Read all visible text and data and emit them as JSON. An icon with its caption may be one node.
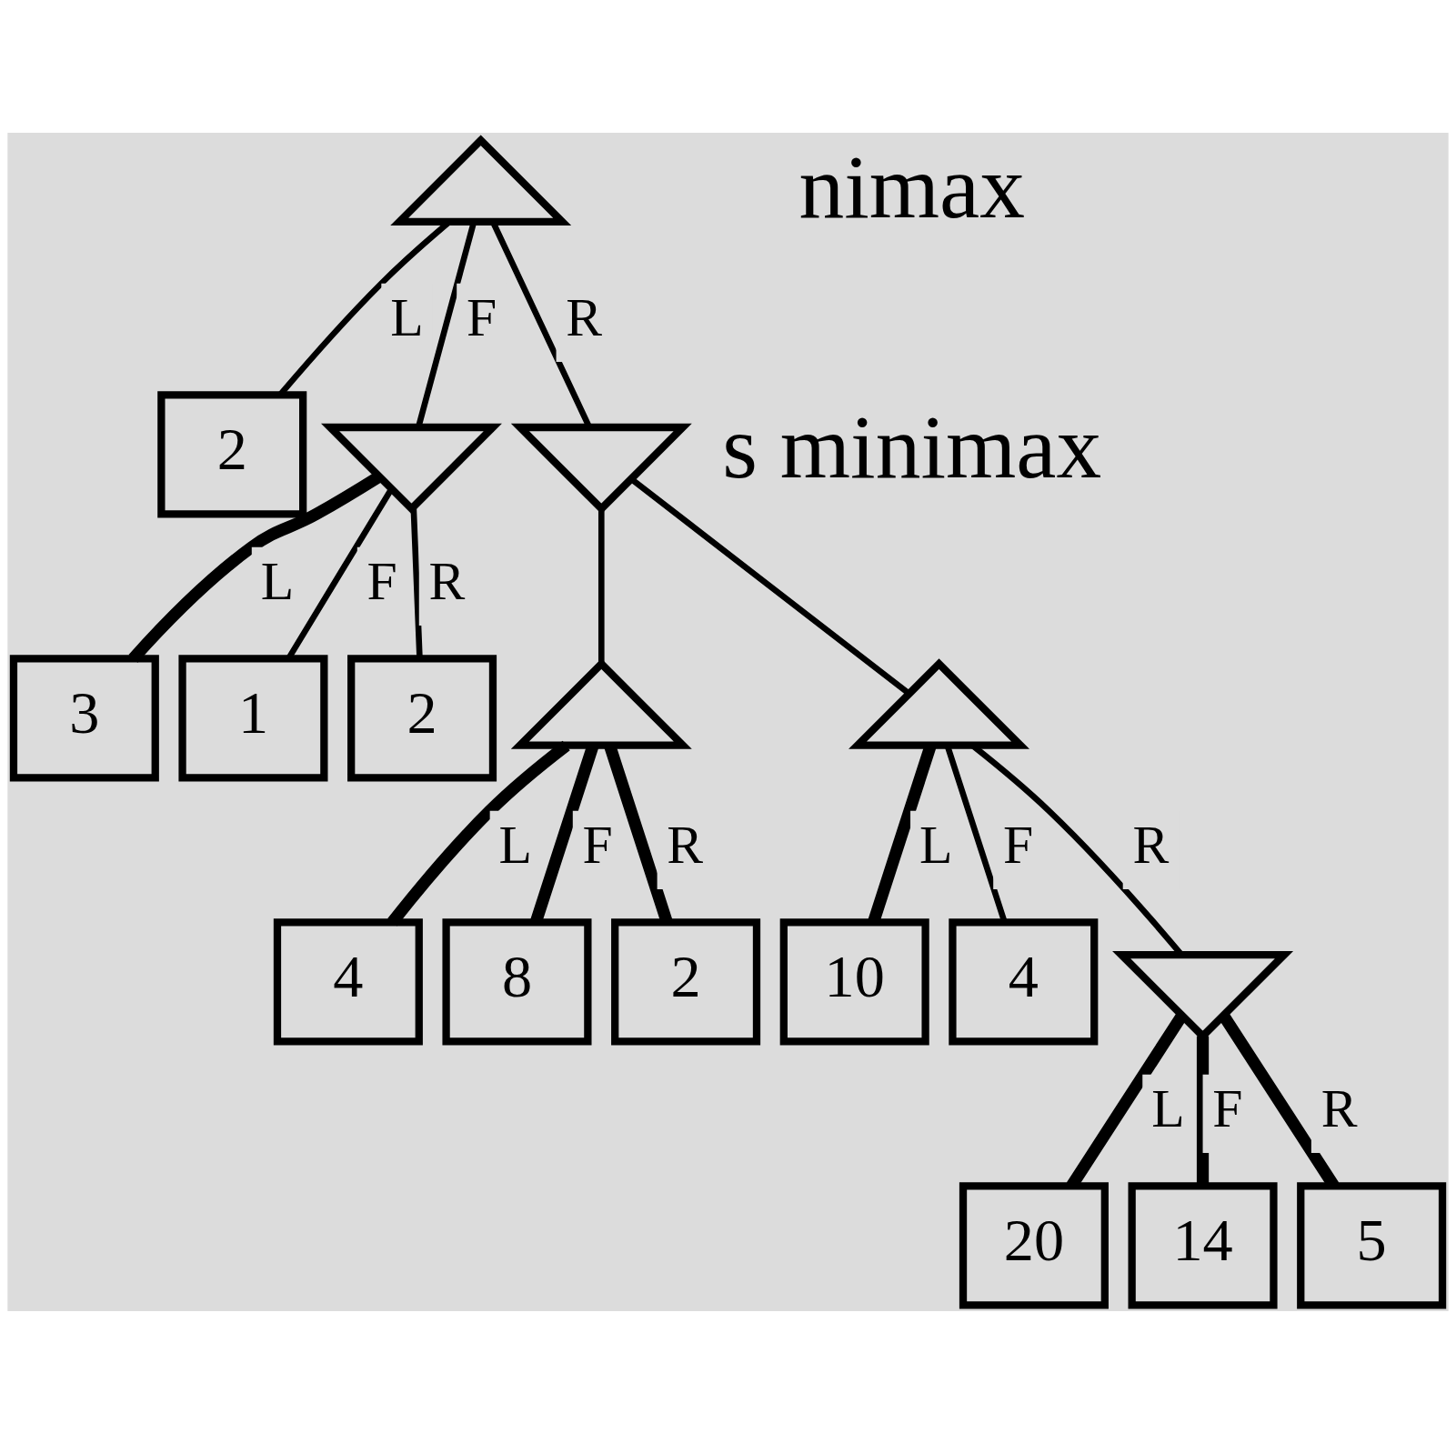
{
  "diagram": {
    "nodes": [
      {
        "text": [],
        "shape": "triangle"
      },
      {
        "text": [
          "2"
        ]
      },
      {
        "text": [],
        "shape": "invtriangle"
      },
      {
        "text": [],
        "shape": "invtriangle"
      },
      {
        "text": [
          "3"
        ]
      },
      {
        "text": [
          "1"
        ]
      },
      {
        "text": [
          "2"
        ]
      },
      {
        "text": [],
        "shape": "triangle"
      },
      {
        "text": [],
        "shape": "triangle"
      },
      {
        "text": [
          "4"
        ]
      },
      {
        "text": [
          "8"
        ]
      },
      {
        "text": [
          "2"
        ]
      },
      {
        "text": [
          "10"
        ]
      },
      {
        "text": [
          "4"
        ]
      },
      {
        "text": [],
        "shape": "invtriangle"
      },
      {
        "text": [
          "20"
        ]
      },
      {
        "text": [
          "14"
        ]
      },
      {
        "text": [
          "5"
        ]
      }
    ],
    "edges": [
      {
        "from": 0,
        "to": 1,
        "arrow": "none",
        "label": "L"
      },
      {
        "from": 0,
        "to": 2,
        "arrow": "none",
        "label": "F"
      },
      {
        "from": 0,
        "to": 3,
        "arrow": "none",
        "label": "R"
      },
      {
        "from": 2,
        "to": 4,
        "arrow": "none",
        "label": "L",
        "style": "thick"
      },
      {
        "from": 2,
        "to": 5,
        "arrow": "none",
        "label": "F"
      },
      {
        "from": 2,
        "to": 6,
        "arrow": "none",
        "label": "R"
      },
      {
        "from": 3,
        "to": 7,
        "arrow": "none"
      },
      {
        "from": 3,
        "to": 8,
        "arrow": "none"
      },
      {
        "from": 7,
        "to": 9,
        "arrow": "none",
        "label": "L",
        "style": "thick"
      },
      {
        "from": 7,
        "to": 10,
        "arrow": "none",
        "label": "F",
        "style": "thick"
      },
      {
        "from": 7,
        "to": 11,
        "arrow": "none",
        "label": "R",
        "style": "thick"
      },
      {
        "from": 8,
        "to": 12,
        "arrow": "none",
        "label": "L",
        "style": "thick"
      },
      {
        "from": 8,
        "to": 13,
        "arrow": "none",
        "label": "F"
      },
      {
        "from": 8,
        "to": 14,
        "arrow": "none",
        "label": "R"
      },
      {
        "from": 14,
        "to": 15,
        "arrow": "none",
        "label": "L",
        "style": "thick"
      },
      {
        "from": 14,
        "to": 16,
        "arrow": "none",
        "label": "F",
        "style": "thick"
      },
      {
        "from": 14,
        "to": 17,
        "arrow": "none",
        "label": "R",
        "style": "thick"
      }
    ],
    "labels": [
      "nimax",
      "s minimax"
    ]
  }
}
